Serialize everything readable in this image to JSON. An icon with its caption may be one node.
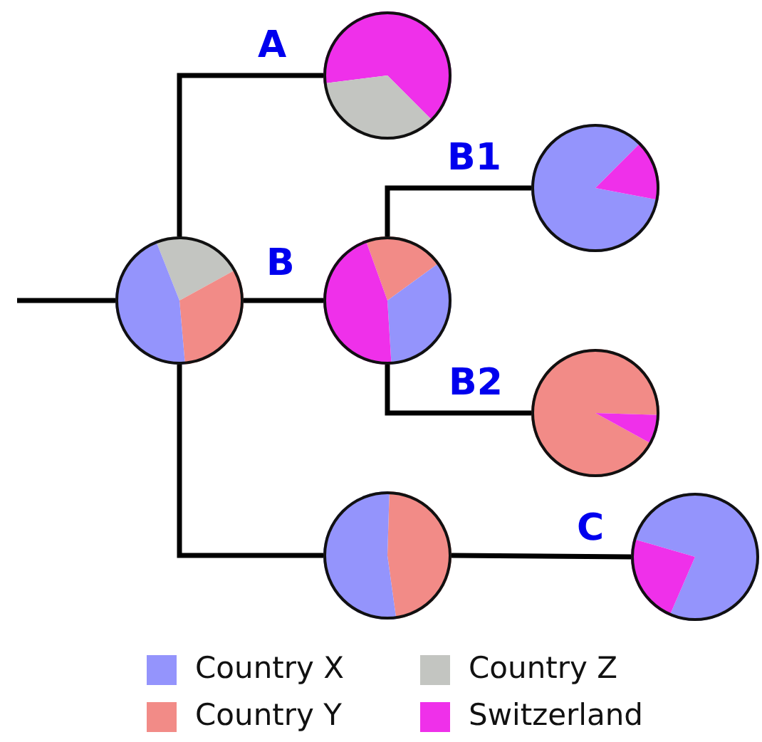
{
  "diagram": {
    "nodes": [
      {
        "text": [],
        "shape": "circle"
      },
      {
        "text": [],
        "shape": "circle"
      },
      {
        "text": [],
        "shape": "circle"
      },
      {
        "text": [],
        "shape": "circle"
      },
      {
        "text": [],
        "shape": "circle"
      },
      {
        "text": [],
        "shape": "circle"
      },
      {
        "text": [],
        "shape": "circle"
      }
    ],
    "edges": [
      {
        "from": null,
        "to": 0,
        "arrow": "none"
      },
      {
        "from": 0,
        "to": 1,
        "arrow": "none",
        "label": "A"
      },
      {
        "from": 0,
        "to": 2,
        "arrow": "none",
        "label": "B"
      },
      {
        "from": 2,
        "to": 3,
        "arrow": "none",
        "label": "B1"
      },
      {
        "from": 2,
        "to": 4,
        "arrow": "none",
        "label": "B2"
      },
      {
        "from": 0,
        "to": 5,
        "arrow": "none"
      },
      {
        "from": 5,
        "to": 6,
        "arrow": "none",
        "label": "C"
      }
    ],
    "legend": [
      {
        "text": "Country X",
        "color": "#9494fc"
      },
      {
        "text": "Country Z",
        "color": "#c3c5c1"
      },
      {
        "text": "Country Y",
        "color": "#f28b87"
      },
      {
        "text": "Switzerland",
        "color": "#ef30ea"
      }
    ]
  }
}
